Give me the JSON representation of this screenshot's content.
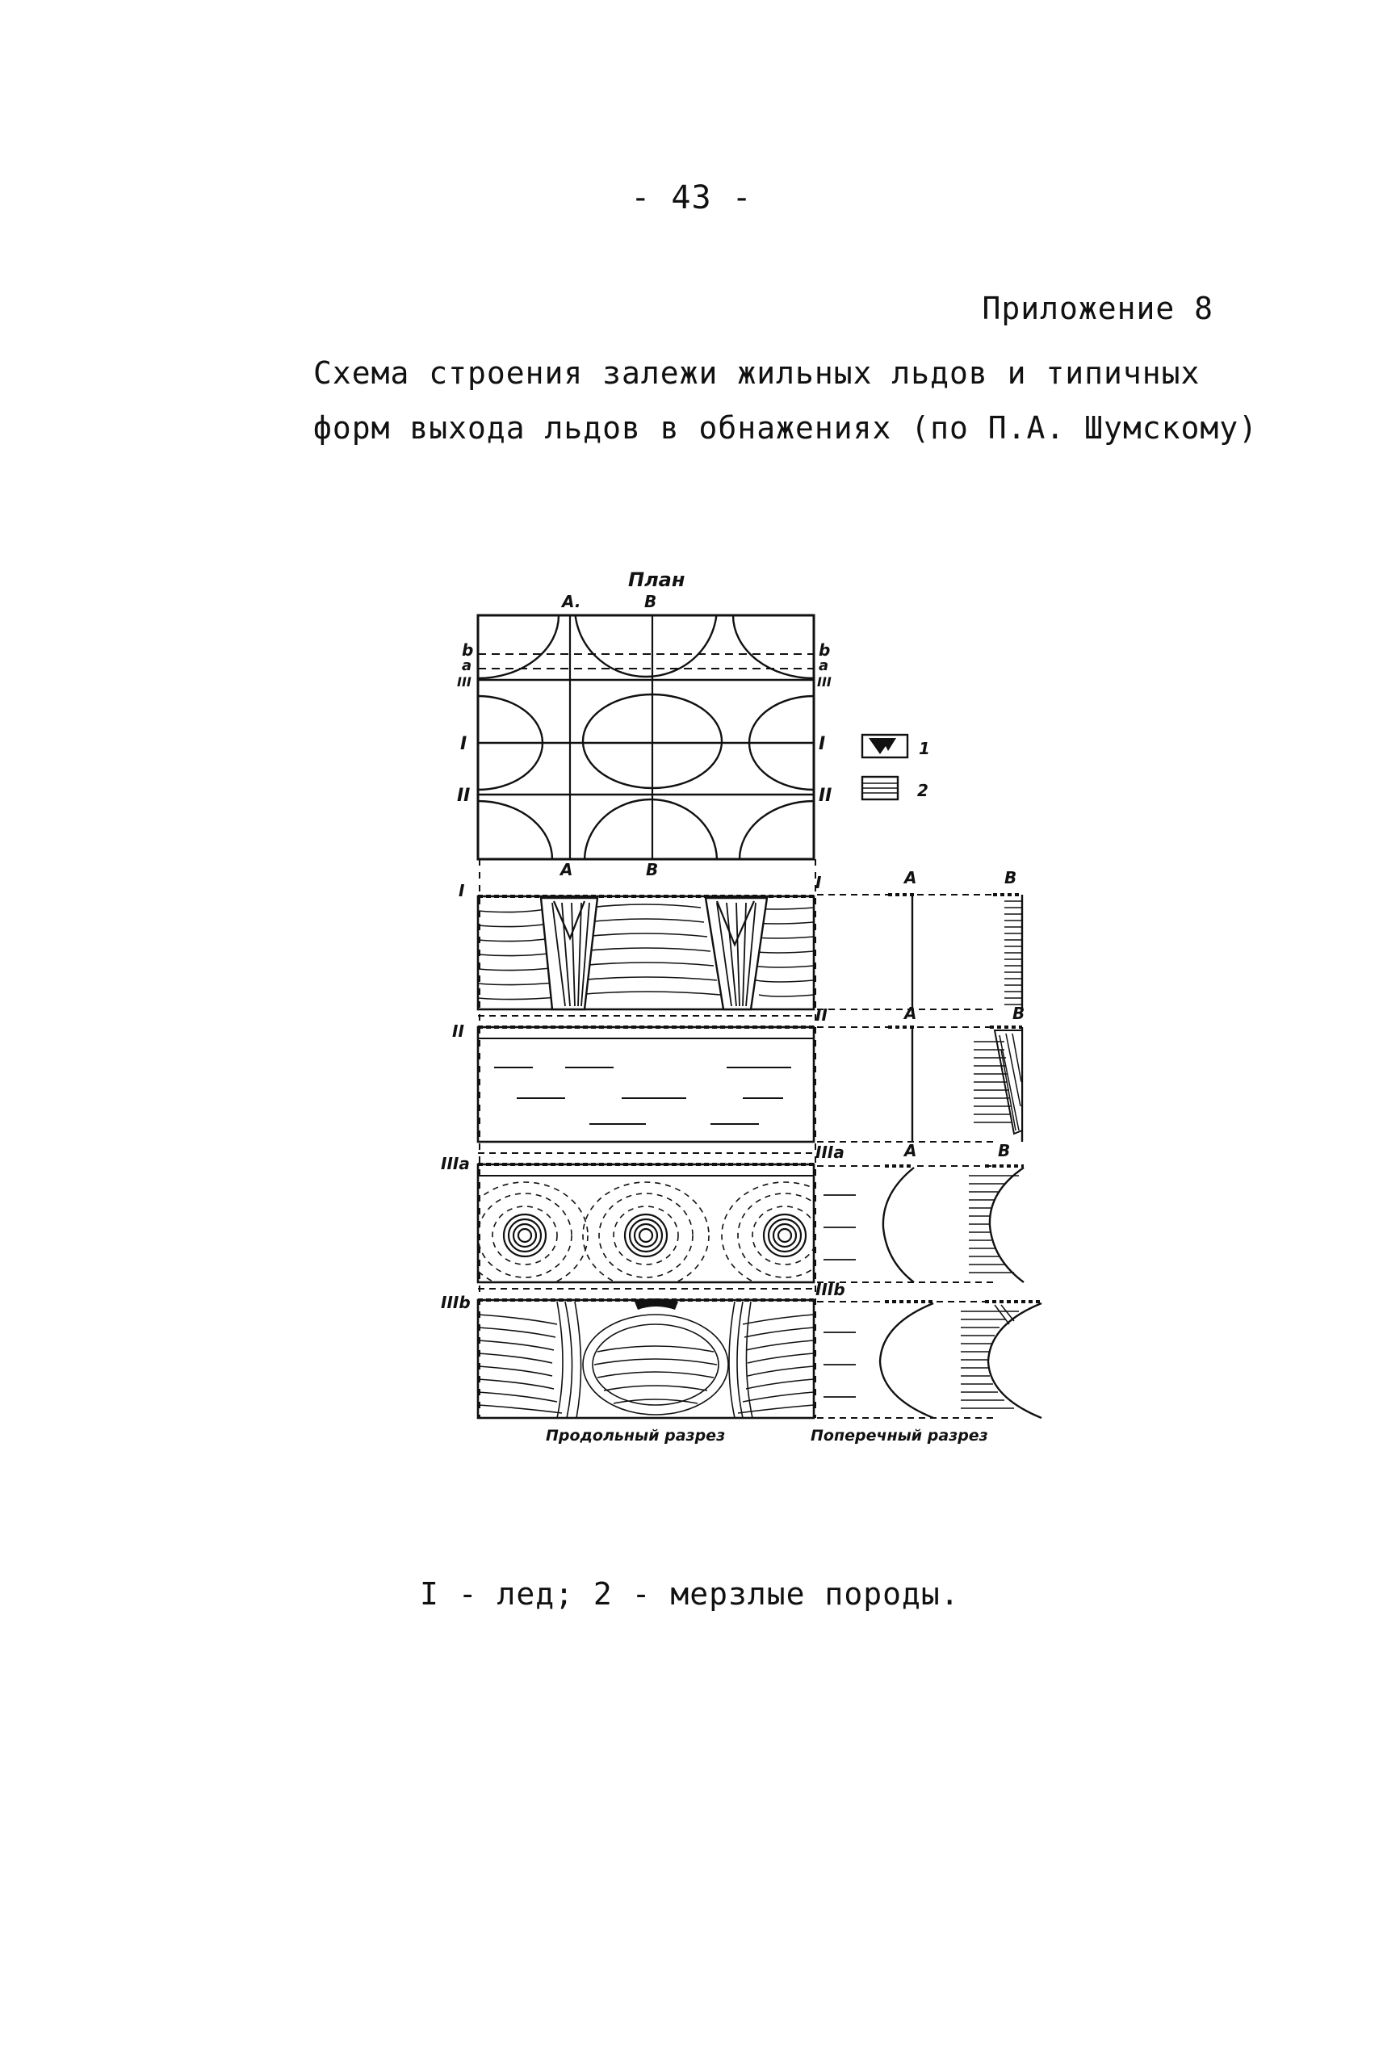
{
  "page": {
    "number": "- 43 -",
    "appendix": "Приложение 8",
    "title_lines": [
      "Схема строения залежи жильных льдов и типичных",
      "форм выхода льдов в обнажениях (по П.А. Шумскому)"
    ],
    "caption": "I - лед; 2 - мерзлые породы."
  },
  "figure": {
    "plan_label": "План",
    "label_A": "A",
    "label_B": "B",
    "top_A": "A.",
    "mark_b": "b",
    "mark_a": "a",
    "row_I": "I",
    "row_II": "II",
    "row_III": "III",
    "row_IIIa": "IIIa",
    "row_IIIb": "IIIb",
    "legend_1": "1",
    "legend_2": "2",
    "longitudinal": "Продольный разрез",
    "transverse": "Поперечный разрез"
  }
}
